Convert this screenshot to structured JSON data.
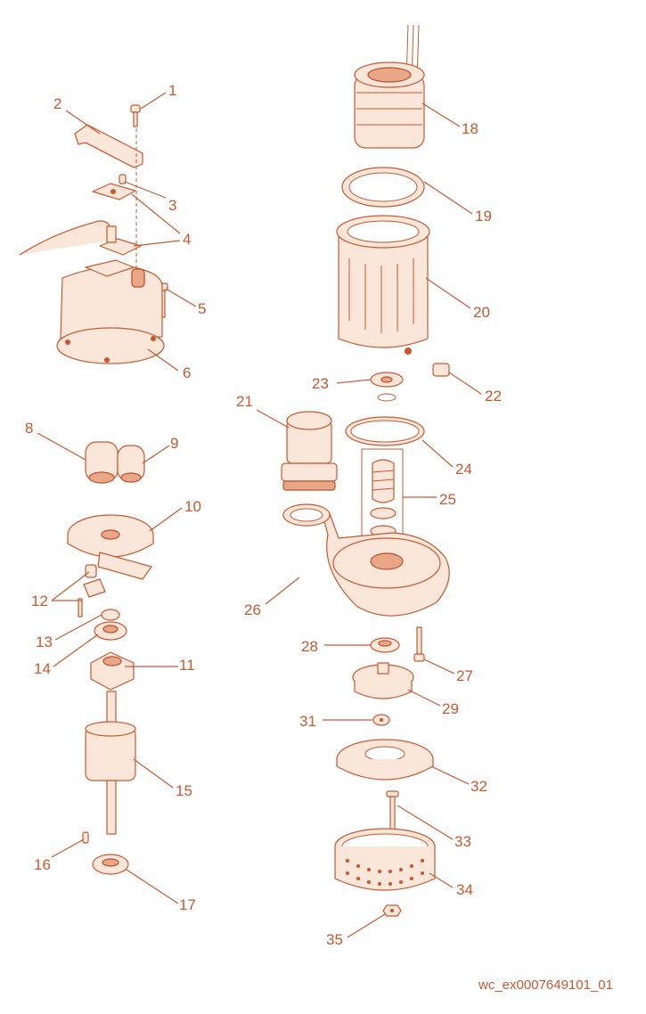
{
  "diagram": {
    "accent_color": "#c9582f",
    "fill_color": "#fbe6da",
    "part_numbers": [
      "1",
      "2",
      "3",
      "4",
      "5",
      "6",
      "8",
      "9",
      "10",
      "11",
      "12",
      "13",
      "14",
      "15",
      "16",
      "17",
      "18",
      "19",
      "20",
      "21",
      "22",
      "23",
      "24",
      "25",
      "26",
      "27",
      "28",
      "29",
      "31",
      "32",
      "33",
      "34",
      "35"
    ],
    "drawing_code": "wc_ex0007649101_01"
  }
}
